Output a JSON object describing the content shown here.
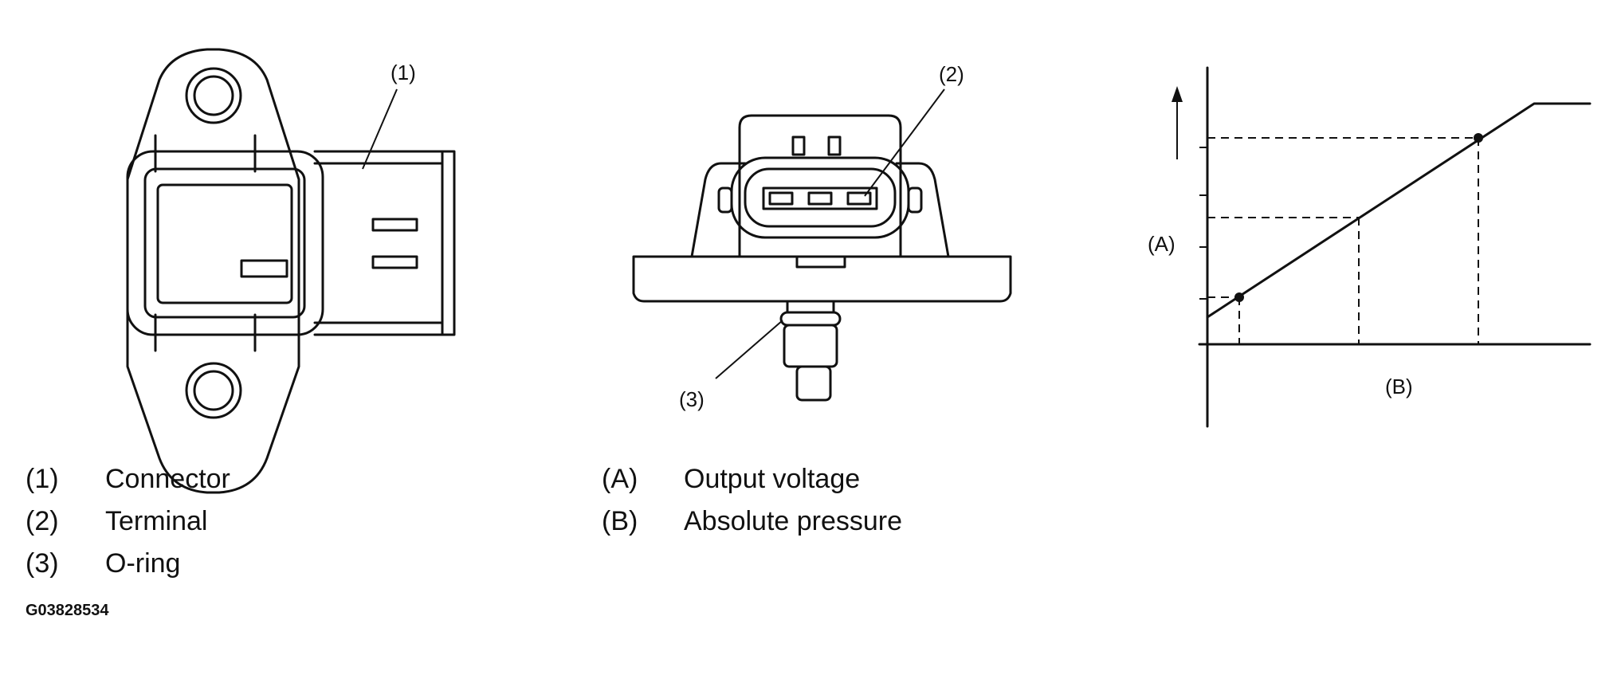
{
  "callouts": {
    "connector": "(1)",
    "terminal": "(2)",
    "o_ring": "(3)",
    "axis_a": "(A)",
    "axis_b": "(B)"
  },
  "legend_parts": [
    {
      "key": "(1)",
      "text": "Connector"
    },
    {
      "key": "(2)",
      "text": "Terminal"
    },
    {
      "key": "(3)",
      "text": "O-ring"
    }
  ],
  "legend_axes": [
    {
      "key": "(A)",
      "text": "Output voltage"
    },
    {
      "key": "(B)",
      "text": "Absolute pressure"
    }
  ],
  "figure_code": "G03828534"
}
